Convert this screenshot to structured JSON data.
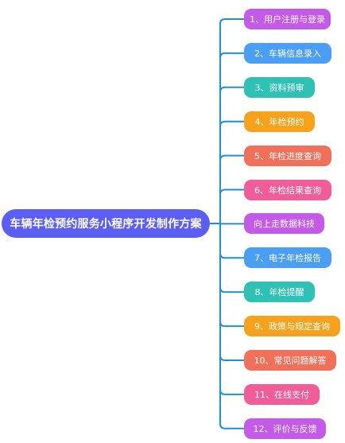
{
  "mindmap": {
    "root": {
      "label": "车辆年检预约服务小程序开发制作方案",
      "color": "#5b5ef2"
    },
    "connector_color": "#1f8fd8",
    "children": [
      {
        "label": "1、用户注册与登录",
        "color": "#c35ae8"
      },
      {
        "label": "2、车辆信息录入",
        "color": "#4a9ef5"
      },
      {
        "label": "3、资料预审",
        "color": "#2fc1b4"
      },
      {
        "label": "4、年检预约",
        "color": "#f7a21d"
      },
      {
        "label": "5、年检进度查询",
        "color": "#f0705a"
      },
      {
        "label": "6、年检结果查询",
        "color": "#f05d98"
      },
      {
        "label": "向上走数据科技",
        "color": "#c35ae8"
      },
      {
        "label": "7、电子年检报告",
        "color": "#4a9ef5"
      },
      {
        "label": "8、年检提醒",
        "color": "#2fc1b4"
      },
      {
        "label": "9、政策与规定查询",
        "color": "#f7a21d"
      },
      {
        "label": "10、常见问题解答",
        "color": "#f0705a"
      },
      {
        "label": "11、在线支付",
        "color": "#f05d98"
      },
      {
        "label": "12、评价与反馈",
        "color": "#c35ae8"
      }
    ]
  }
}
